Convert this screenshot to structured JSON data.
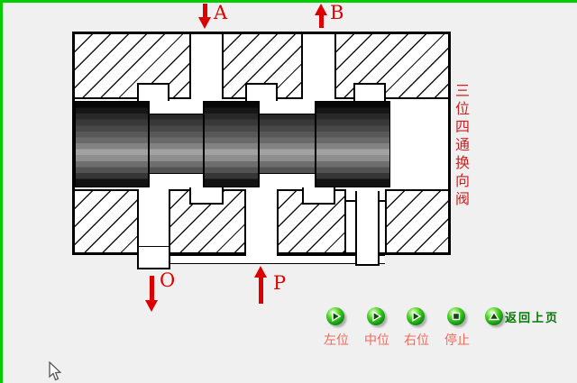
{
  "frame": {
    "accent_border_color": "#00cc00",
    "background_color": "#f0f0f0"
  },
  "diagram": {
    "caption": "三位四通换向阀",
    "caption_chars": [
      "三",
      "位",
      "四",
      "通",
      "换",
      "向",
      "阀"
    ],
    "caption_color": "#cc2222",
    "arrow_color": "#dd0000",
    "ports": [
      {
        "label": "A",
        "direction": "down",
        "position": "top-left"
      },
      {
        "label": "B",
        "direction": "up",
        "position": "top-right"
      },
      {
        "label": "O",
        "direction": "down",
        "position": "bottom-left"
      },
      {
        "label": "P",
        "direction": "up",
        "position": "bottom-center"
      }
    ]
  },
  "controls": {
    "label_color": "#ee6a5a",
    "return_label_color": "#067606",
    "buttons": [
      {
        "label": "左位",
        "icon": "play"
      },
      {
        "label": "中位",
        "icon": "play"
      },
      {
        "label": "右位",
        "icon": "play"
      },
      {
        "label": "停止",
        "icon": "stop"
      },
      {
        "label": "返回上页",
        "icon": "up"
      }
    ]
  }
}
